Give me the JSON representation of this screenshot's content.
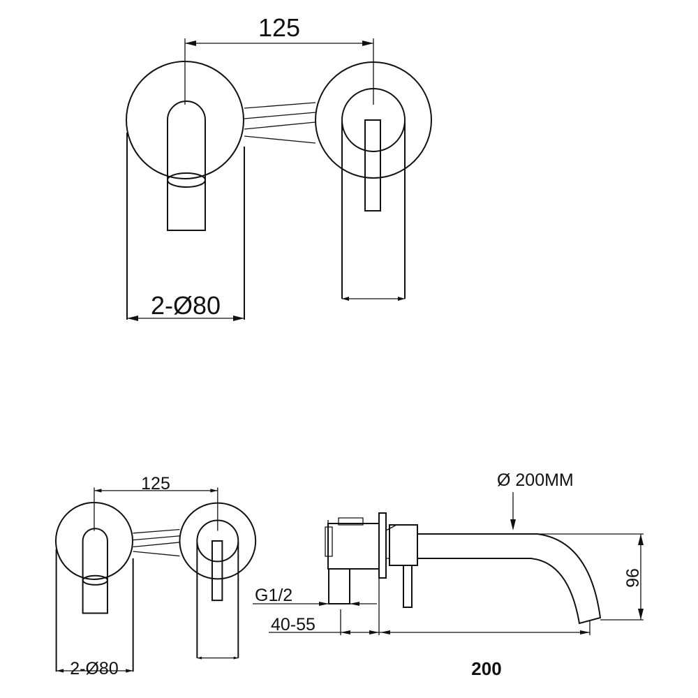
{
  "top_view": {
    "spacing_label": "125",
    "diameter_label": "2-Ø80"
  },
  "small_plan_view": {
    "spacing_label": "125",
    "diameter_label": "2-Ø80"
  },
  "side_view": {
    "spout_diameter_label": "Ø 200MM",
    "height_label": "96",
    "thread_label": "G1/2",
    "wall_depth_label": "40-55",
    "projection_label": "200"
  },
  "colors": {
    "line": "#111111",
    "background": "#ffffff"
  }
}
